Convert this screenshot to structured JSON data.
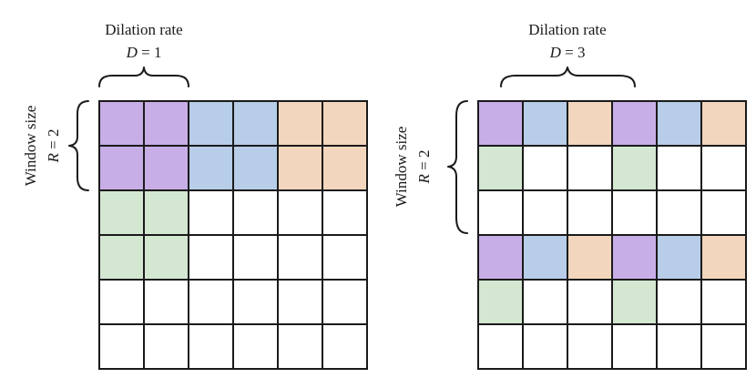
{
  "colors": {
    "purple": "#c8aee6",
    "blue": "#b7cde8",
    "orange": "#f2d6bd",
    "green": "#d3e7d1",
    "empty": "#ffffff",
    "line": "#1a1a1a"
  },
  "diagrams": [
    {
      "top_label": "Dilation rate",
      "top_var": "D",
      "top_value": "1",
      "side_label": "Window size",
      "side_var": "R",
      "side_value": "2",
      "grid_rows": 6,
      "grid_cols": 6,
      "cells": [
        [
          "purple",
          "purple",
          "blue",
          "blue",
          "orange",
          "orange"
        ],
        [
          "purple",
          "purple",
          "blue",
          "blue",
          "orange",
          "orange"
        ],
        [
          "green",
          "green",
          "empty",
          "empty",
          "empty",
          "empty"
        ],
        [
          "green",
          "green",
          "empty",
          "empty",
          "empty",
          "empty"
        ],
        [
          "empty",
          "empty",
          "empty",
          "empty",
          "empty",
          "empty"
        ],
        [
          "empty",
          "empty",
          "empty",
          "empty",
          "empty",
          "empty"
        ]
      ]
    },
    {
      "top_label": "Dilation rate",
      "top_var": "D",
      "top_value": "3",
      "side_label": "Window size",
      "side_var": "R",
      "side_value": "2",
      "grid_rows": 6,
      "grid_cols": 6,
      "cells": [
        [
          "purple",
          "blue",
          "orange",
          "purple",
          "blue",
          "orange"
        ],
        [
          "green",
          "empty",
          "empty",
          "green",
          "empty",
          "empty"
        ],
        [
          "empty",
          "empty",
          "empty",
          "empty",
          "empty",
          "empty"
        ],
        [
          "purple",
          "blue",
          "orange",
          "purple",
          "blue",
          "orange"
        ],
        [
          "green",
          "empty",
          "empty",
          "green",
          "empty",
          "empty"
        ],
        [
          "empty",
          "empty",
          "empty",
          "empty",
          "empty",
          "empty"
        ]
      ]
    }
  ]
}
